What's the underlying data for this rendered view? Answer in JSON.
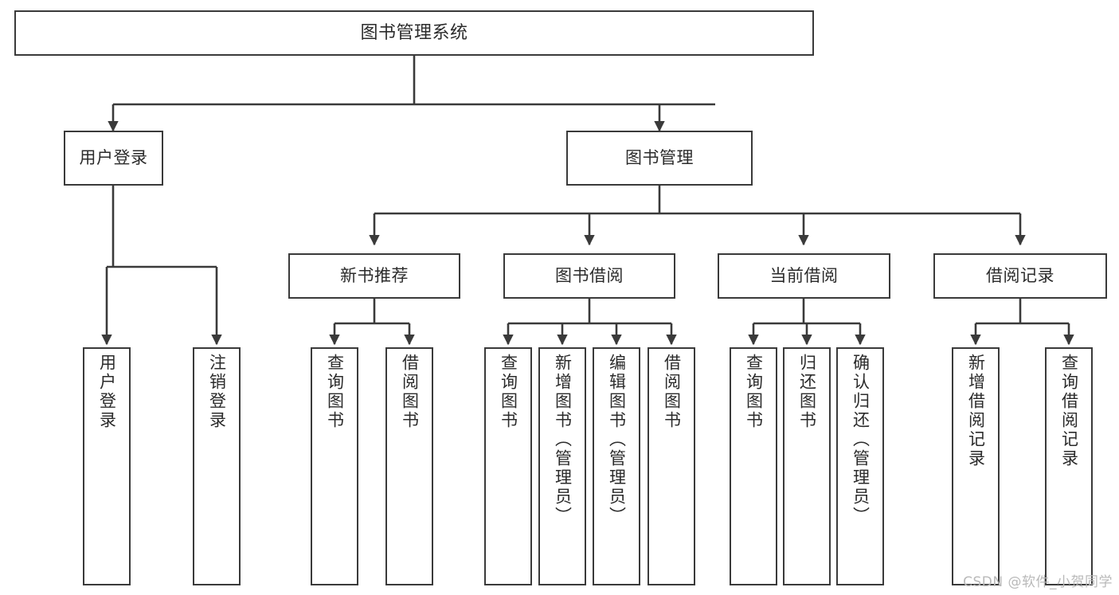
{
  "diagram": {
    "type": "tree",
    "title": "图书管理系统",
    "watermark": "CSDN @软件_小贺同学",
    "colors": {
      "background": "#ffffff",
      "box_border": "#3a3a3a",
      "box_fill": "#ffffff",
      "text": "#2b2b2b",
      "connector": "#3a3a3a",
      "watermark": "#b9b9b9"
    },
    "nodes": {
      "root": {
        "label": "图书管理系统"
      },
      "level2": [
        {
          "id": "user-login",
          "label": "用户登录"
        },
        {
          "id": "book-manage",
          "label": "图书管理"
        }
      ],
      "level3": [
        {
          "id": "new-book-recommend",
          "label": "新书推荐"
        },
        {
          "id": "book-borrow",
          "label": "图书借阅"
        },
        {
          "id": "current-borrow",
          "label": "当前借阅"
        },
        {
          "id": "borrow-record",
          "label": "借阅记录"
        }
      ],
      "leaves": {
        "user_login": [
          {
            "id": "leaf-user-login",
            "label": "用户登录"
          },
          {
            "id": "leaf-logout",
            "label": "注销登录"
          }
        ],
        "new_book_recommend": [
          {
            "id": "leaf-query-book-1",
            "label": "查询图书"
          },
          {
            "id": "leaf-borrow-book-1",
            "label": "借阅图书"
          }
        ],
        "book_borrow": [
          {
            "id": "leaf-query-book-2",
            "label": "查询图书"
          },
          {
            "id": "leaf-add-book",
            "label": "新增图书（管理员）"
          },
          {
            "id": "leaf-edit-book",
            "label": "编辑图书（管理员）"
          },
          {
            "id": "leaf-borrow-book-2",
            "label": "借阅图书"
          }
        ],
        "current_borrow": [
          {
            "id": "leaf-query-book-3",
            "label": "查询图书"
          },
          {
            "id": "leaf-return-book",
            "label": "归还图书"
          },
          {
            "id": "leaf-confirm-return",
            "label": "确认归还（管理员）"
          }
        ],
        "borrow_record": [
          {
            "id": "leaf-add-record",
            "label": "新增借阅记录"
          },
          {
            "id": "leaf-query-record",
            "label": "查询借阅记录"
          }
        ]
      }
    }
  }
}
